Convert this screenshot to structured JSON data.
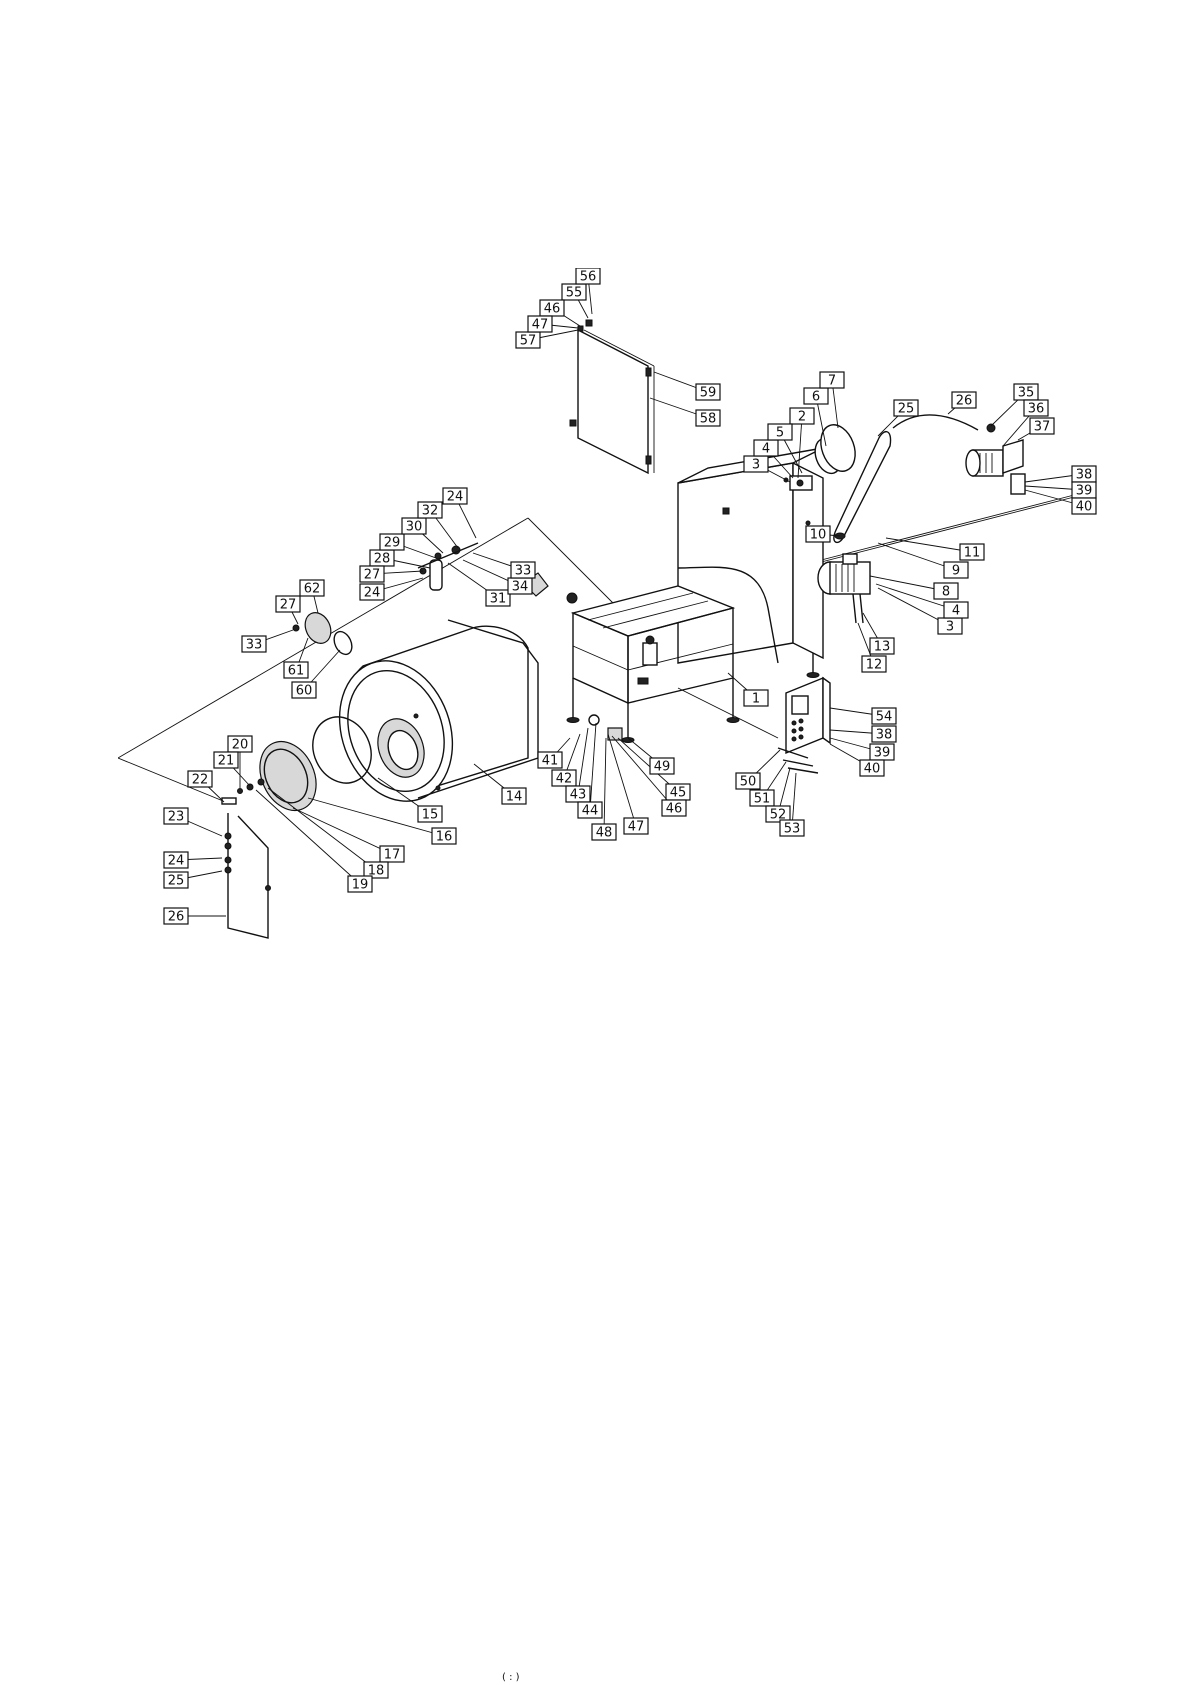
{
  "diagram": {
    "labels": [
      "1",
      "2",
      "3",
      "4",
      "5",
      "6",
      "7",
      "8",
      "9",
      "10",
      "11",
      "12",
      "13",
      "14",
      "15",
      "16",
      "17",
      "18",
      "19",
      "20",
      "21",
      "22",
      "23",
      "24",
      "25",
      "26",
      "27",
      "28",
      "29",
      "30",
      "31",
      "32",
      "33",
      "34",
      "35",
      "36",
      "37",
      "38",
      "39",
      "40",
      "41",
      "42",
      "43",
      "44",
      "45",
      "46",
      "47",
      "48",
      "49",
      "50",
      "51",
      "52",
      "53",
      "54",
      "55",
      "56",
      "57",
      "58",
      "59",
      "60",
      "61",
      "62"
    ]
  },
  "footer": {
    "mark": "( : )"
  }
}
